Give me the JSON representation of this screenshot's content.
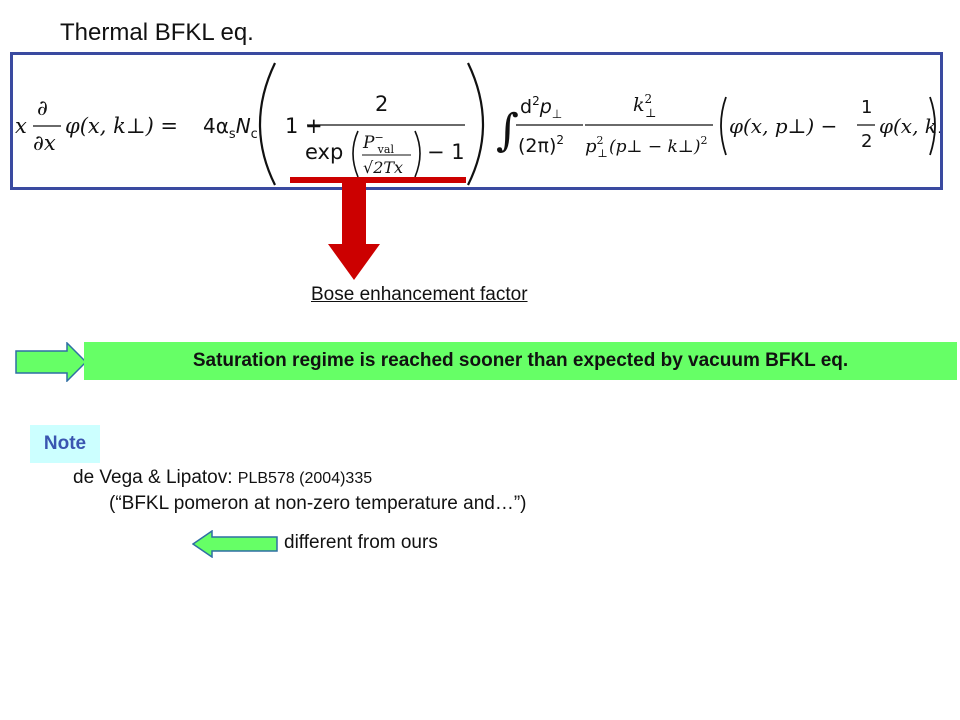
{
  "slide": {
    "title": "Thermal BFKL eq.",
    "bose_label": "Bose enhancement factor",
    "saturation_text": "Saturation regime is reached sooner than expected by vacuum BFKL eq.",
    "note_label": "Note",
    "ref_authors": "de Vega & Lipatov: ",
    "ref_journal": "PLB578 (2004)335",
    "ref_paper": "(“BFKL pomeron at non-zero temperature and…”)",
    "different_text": "different from ours"
  },
  "equation": {
    "lhs_x": "x",
    "lhs_partial_num": "∂",
    "lhs_partial_den": "∂x",
    "lhs_phi": "φ(x, k⊥) = ",
    "coef": "4α",
    "coef_s": "s",
    "coef_N": "N",
    "coef_c": "c",
    "one_plus": "1 +",
    "frac_two": "2",
    "exp": "exp",
    "p_val": "P",
    "p_val_sup": "−",
    "p_val_sub": "val",
    "sqrt_den": "√2Tx",
    "minus_one": "− 1",
    "integral": "∫",
    "d2p": "d",
    "d2p_sup": "2",
    "d2p_p": "p",
    "d2p_sub": "⊥",
    "two_pi": "(2π)",
    "two_pi_sup": "2",
    "k2": "k",
    "k2_sup": "2",
    "k2_sub": "⊥",
    "p2den": "p",
    "p2den_sup": "2",
    "p2den_sub": "⊥",
    "diff_den": "(p⊥ − k⊥)",
    "diff_den_sup": "2",
    "bracket_phi": "φ(x, p⊥) −",
    "half_num": "1",
    "half_den": "2",
    "bracket_phi2": "φ(x, k⊥)"
  },
  "colors": {
    "eq_border": "#3a4aa0",
    "red_arrow": "#cc0000",
    "green_box": "#66ff66",
    "note_bg": "#ccffff",
    "note_text": "#3a56b0"
  }
}
